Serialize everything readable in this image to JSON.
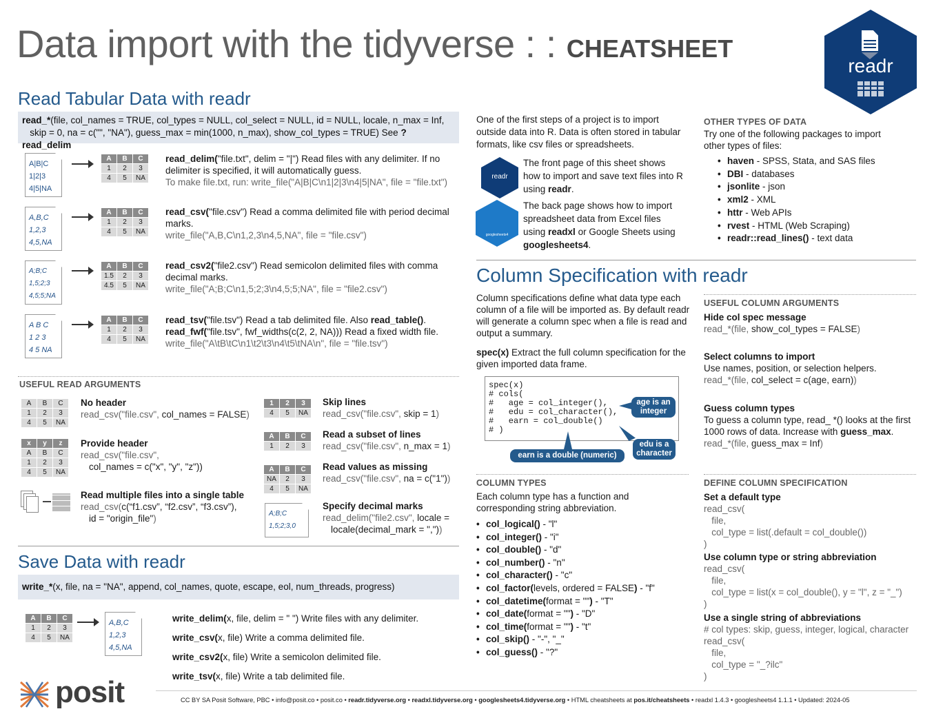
{
  "title": {
    "main": "Data import with the tidyverse : :",
    "strong": "CHEATSHEET"
  },
  "logo": {
    "text": "readr"
  },
  "read": {
    "heading": "Read Tabular Data with readr",
    "sig_a": "read_*",
    "sig_b": "(file, col_names = TRUE, col_types = NULL, col_select = NULL, id = NULL, locale, n_max = Inf,",
    "sig_c": "skip = 0, na = c(\"\", \"NA\"), guess_max = min(1000, n_max), show_col_types = TRUE) See",
    "sig_d": "?read_delim",
    "rows": [
      {
        "file": [
          "A|B|C",
          "1|2|3",
          "4|5|NA"
        ],
        "hdr": [
          "A",
          "B",
          "C"
        ],
        "r1": [
          "1",
          "2",
          "3"
        ],
        "r2": [
          "4",
          "5",
          "NA"
        ],
        "fn": "read_delim(",
        "arg": "\"file.txt\", delim = \"|\")",
        "desc": " Read files with any delimiter. If no delimiter is specified, it will automatically guess.",
        "ex": "To make file.txt, run: write_file(\"A|B|C\\n1|2|3\\n4|5|NA\", file = \"file.txt\")"
      },
      {
        "file": [
          "A,B,C",
          "1,2,3",
          "4,5,NA"
        ],
        "hdr": [
          "A",
          "B",
          "C"
        ],
        "r1": [
          "1",
          "2",
          "3"
        ],
        "r2": [
          "4",
          "5",
          "NA"
        ],
        "fn": "read_csv(",
        "arg": "\"file.csv\")",
        "desc": " Read a comma delimited file with period decimal marks.",
        "ex": "write_file(\"A,B,C\\n1,2,3\\n4,5,NA\", file = \"file.csv\")"
      },
      {
        "file": [
          "A;B;C",
          "1,5;2;3",
          "4,5;5;NA"
        ],
        "hdr": [
          "A",
          "B",
          "C"
        ],
        "r1": [
          "1.5",
          "2",
          "3"
        ],
        "r2": [
          "4.5",
          "5",
          "NA"
        ],
        "fn": "read_csv2(",
        "arg": "\"file2.csv\")",
        "desc": " Read semicolon delimited files with comma decimal marks.",
        "ex": "write_file(\"A;B;C\\n1,5;2;3\\n4,5;5;NA\", file = \"file2.csv\")"
      },
      {
        "file": [
          "A  B  C",
          "1  2  3",
          "4  5  NA"
        ],
        "hdr": [
          "A",
          "B",
          "C"
        ],
        "r1": [
          "1",
          "2",
          "3"
        ],
        "r2": [
          "4",
          "5",
          "NA"
        ],
        "fn": "read_tsv(",
        "arg": "\"file.tsv\")",
        "desc": " Read a tab delimited file. Also ",
        "fn2": "read_table()",
        "desc2": ".",
        "fn3": "read_fwf(",
        "arg3": "\"file.tsv\", fwf_widths(c(2, 2, NA)))",
        "desc3": " Read a fixed width file.",
        "ex": "write_file(\"A\\tB\\tC\\n1\\t2\\t3\\n4\\t5\\tNA\\n\", file = \"file.tsv\")"
      }
    ]
  },
  "args": {
    "heading": "USEFUL READ ARGUMENTS",
    "no_header": {
      "t": "No header",
      "c1": "read_csv(\"file.csv\", ",
      "c2": "col_names = FALSE",
      "c3": ")",
      "hdr": [
        "A",
        "B",
        "C"
      ],
      "r1": [
        "1",
        "2",
        "3"
      ],
      "r2": [
        "4",
        "5",
        "NA"
      ]
    },
    "provide": {
      "t": "Provide header",
      "c1": "read_csv(\"file.csv\",",
      "c2": "col_names = c(\"x\", \"y\", \"z\"))",
      "hdr": [
        "x",
        "y",
        "z"
      ],
      "r0": [
        "A",
        "B",
        "C"
      ],
      "r1": [
        "1",
        "2",
        "3"
      ],
      "r2": [
        "4",
        "5",
        "NA"
      ]
    },
    "multi": {
      "t": "Read multiple files into a single table",
      "c1": "read_csv(",
      "c2": "c(“f1.csv”, “f2.csv”, “f3.csv”),",
      "c3": "id = \"origin_file\"",
      ")": ")"
    },
    "skip": {
      "t": "Skip lines",
      "c1": "read_csv(\"file.csv\", ",
      "c2": "skip = 1",
      "c3": ")",
      "hdr": [
        "1",
        "2",
        "3"
      ],
      "r1": [
        "4",
        "5",
        "NA"
      ]
    },
    "subset": {
      "t": "Read a subset of lines",
      "c1": "read_csv(\"file.csv\", ",
      "c2": "n_max = 1",
      "c3": ")",
      "hdr": [
        "A",
        "B",
        "C"
      ],
      "r1": [
        "1",
        "2",
        "3"
      ]
    },
    "missing": {
      "t": "Read values as missing",
      "c1": "read_csv(\"file.csv\", ",
      "c2": "na = c(\"1\")",
      "c3": ")",
      "hdr": [
        "A",
        "B",
        "C"
      ],
      "r1": [
        "NA",
        "2",
        "3"
      ],
      "r2": [
        "4",
        "5",
        "NA"
      ]
    },
    "decimal": {
      "t": "Specify decimal marks",
      "c1": "read_delim(\"file2.csv\", ",
      "c2": "locale =",
      "c3": "locale(decimal_mark = \",\")",
      "c4": ")",
      "file": [
        "A;B;C",
        "1,5;2;3,0"
      ]
    }
  },
  "save": {
    "heading": "Save Data with readr",
    "sig_a": "write_*",
    "sig_b": "(x, file, na = \"NA\", append, col_names, quote, escape, eol, num_threads, progress)",
    "hdr": [
      "A",
      "B",
      "C"
    ],
    "r1": [
      "1",
      "2",
      "3"
    ],
    "r2": [
      "4",
      "5",
      "NA"
    ],
    "file": [
      "A,B,C",
      "1,2,3",
      "4,5,NA"
    ],
    "items": [
      {
        "fn": "write_delim(",
        "rest": "x, file, delim = \" \")",
        "desc": " Write files with any delimiter."
      },
      {
        "fn": "write_csv(",
        "rest": "x, file)",
        "desc": " Write a comma delimited file."
      },
      {
        "fn": "write_csv2(",
        "rest": "x, file)",
        "desc": " Write a semicolon delimited file."
      },
      {
        "fn": "write_tsv(",
        "rest": "x, file)",
        "desc": " Write a tab delimited file."
      }
    ]
  },
  "intro": {
    "p": "One of the first steps of a project is to import outside data into R. Data is often stored in tabular formats, like csv files or spreadsheets.",
    "front_a": "The front page of this sheet shows how to import and save text files into R using ",
    "front_b": "readr",
    ".": ".",
    "back_a": "The back page shows how to import spreadsheet data from Excel files using ",
    "back_b": "readxl",
    "back_c": " or Google Sheets using ",
    "back_d": "googlesheets4",
    "hex1": "readr",
    "hex2": "googlesheets4"
  },
  "other": {
    "heading": "OTHER TYPES OF DATA",
    "p": "Try one of the following packages to import other types of files:",
    "items": [
      {
        "b": "haven",
        "t": " - SPSS, Stata, and SAS files"
      },
      {
        "b": "DBI",
        "t": " - databases"
      },
      {
        "b": "jsonlite",
        "t": " - json"
      },
      {
        "b": "xml2",
        "t": " - XML"
      },
      {
        "b": "httr",
        "t": " - Web APIs"
      },
      {
        "b": "rvest",
        "t": " - HTML (Web Scraping)"
      },
      {
        "b": "readr::read_lines()",
        "t": " - text data"
      }
    ]
  },
  "colspec": {
    "heading": "Column Specification with readr",
    "p": "Column specifications define what data type each column of a file will be imported as. By default readr will generate a column spec when a file is read and output a summary.",
    "spec_a": "spec(",
    "spec_b": "x",
    ")": ")",
    "spec_c": " Extract the full column specification for the given imported data frame.",
    "code": [
      "spec(x)",
      "# cols(",
      "#   age = col_integer(),",
      "#   edu = col_character(),",
      "#   earn = col_double()",
      "# )"
    ],
    "b_age": "age is an integer",
    "b_edu": "edu is a character",
    "b_earn": "earn is a double (numeric)"
  },
  "coltypes": {
    "heading": "COLUMN TYPES",
    "p": "Each column type has a function and corresponding string abbreviation.",
    "items": [
      {
        "b": "col_logical()",
        "t": " - \"l\""
      },
      {
        "b": "col_integer()",
        "t": " - \"i\""
      },
      {
        "b": "col_double()",
        "t": " - \"d\""
      },
      {
        "b": "col_number()",
        "t": " - \"n\""
      },
      {
        "b": "col_character()",
        "t": " - \"c\""
      },
      {
        "b": "col_factor(",
        "m": "levels, ordered = FALSE",
        ")b": ")",
        "t": " - \"f\""
      },
      {
        "b": "col_datetime(",
        "m": "format = \"\"",
        ")b": ")",
        "t": " - \"T\""
      },
      {
        "b": "col_date(",
        "m": "format = \"\"",
        ")b": ")",
        "t": " - \"D\""
      },
      {
        "b": "col_time(",
        "m": "format = \"\"",
        ")b": ")",
        "t": " - \"t\""
      },
      {
        "b": "col_skip()",
        "t": " - \"-\", \"_\""
      },
      {
        "b": "col_guess()",
        "t": " - \"?\""
      }
    ]
  },
  "usefulcol": {
    "heading": "USEFUL COLUMN ARGUMENTS",
    "hide_t": "Hide col spec message",
    "hide_c1": "read_*(file, ",
    "hide_c2": "show_col_types = FALSE",
    ")": ")",
    "sel_t": "Select columns to import",
    "sel_p": "Use names, position, or selection helpers.",
    "sel_c1": "read_*(file, ",
    "sel_c2": "col_select = c(age, earn)",
    "guess_t": "Guess column types",
    "guess_p1": "To guess a column type, read_ *() looks at the first 1000 rows of data. Increase with ",
    "guess_p2": "guess_max",
    "guess_c1": "read_*(file, ",
    "guess_c2": "guess_max = Inf"
  },
  "define": {
    "heading": "DEFINE COLUMN SPECIFICATION",
    "d_t": "Set a default type",
    "d_c": [
      "read_csv(",
      "   file,",
      "   col_type = list(.default = col_double())",
      ")"
    ],
    "u_t": "Use column type or string abbreviation",
    "u_c": [
      "read_csv(",
      "   file,",
      "   col_type = list(x = col_double(), y = \"l\", z = \"_\")",
      ")"
    ],
    "s_t": "Use a single string of abbreviations",
    "s_c": [
      "# col types: skip, guess, integer, logical, character",
      "read_csv(",
      "   file,",
      "   col_type = \"_?ilc\"",
      ")"
    ]
  },
  "footer": {
    "brand": "posit",
    "a": "CC BY SA Posit Software, PBC • info@posit.co • posit.co • ",
    "b": "readr.tidyverse.org",
    "c": " • ",
    "d": "readxl.tidyverse.org",
    "e": " • ",
    "f": "googlesheets4.tidyverse.org",
    "g": " • HTML cheatsheets at ",
    "h": "pos.it/cheatsheets",
    "i": " • readxl  1.4.3 • googlesheets4  1.1.1 • Updated:  2024-05"
  }
}
